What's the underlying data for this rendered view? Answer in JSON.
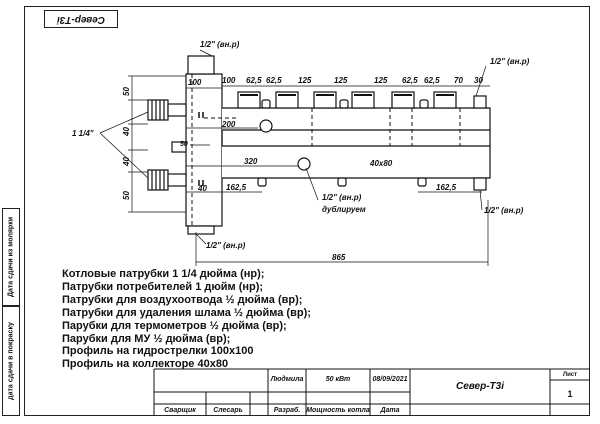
{
  "stamp": "Север-Т3і",
  "side": {
    "field1": "Дата сдачи из молярки",
    "field2": "дата сдачи в покраску"
  },
  "drawing": {
    "dimensions_left": [
      "50",
      "40",
      "40",
      "50"
    ],
    "dimensions_top": [
      "100",
      "62,5",
      "62,5",
      "125",
      "125",
      "125",
      "62,5",
      "62,5",
      "70",
      "30"
    ],
    "dimension_misc": [
      "100",
      "200",
      "50",
      "320",
      "40",
      "162,5",
      "162,5",
      "865"
    ],
    "profile_label": "40x80",
    "boiler_thread": "1 1/4\"",
    "thread_labels": [
      "1/2\" (вн.р)",
      "1/2\" (вн.р)",
      "1/2\" (вн.р)",
      "1/2\" (вн.р)",
      "1/2\" (вн.р)"
    ],
    "duplicate_label": "дублируем"
  },
  "spec": [
    "Котловые патрубки 1 1/4  дюйма (нр);",
    "Патрубки потребителей 1 дюйм (нр);",
    "Патрубки для воздухоотвода ½ дюйма (вр);",
    "Патрубки для удаления шлама ½ дюйма (вр);",
    "Парубки для термометров ½ дюйма (вр);",
    "Парубки для МУ ½ дюйма (вр);",
    "Профиль на гидрострелки 100x100",
    "Профиль на коллекторе 40x80"
  ],
  "titleblock": {
    "author": "Людмила",
    "power": "50 кВт",
    "date": "08/09/2021",
    "product": "Север-Т3і",
    "sheet_label": "Лист",
    "sheet_number": "1",
    "roles": [
      "Сварщик",
      "Слесарь",
      "Разраб.",
      "Мощность котла",
      "Дата"
    ]
  }
}
